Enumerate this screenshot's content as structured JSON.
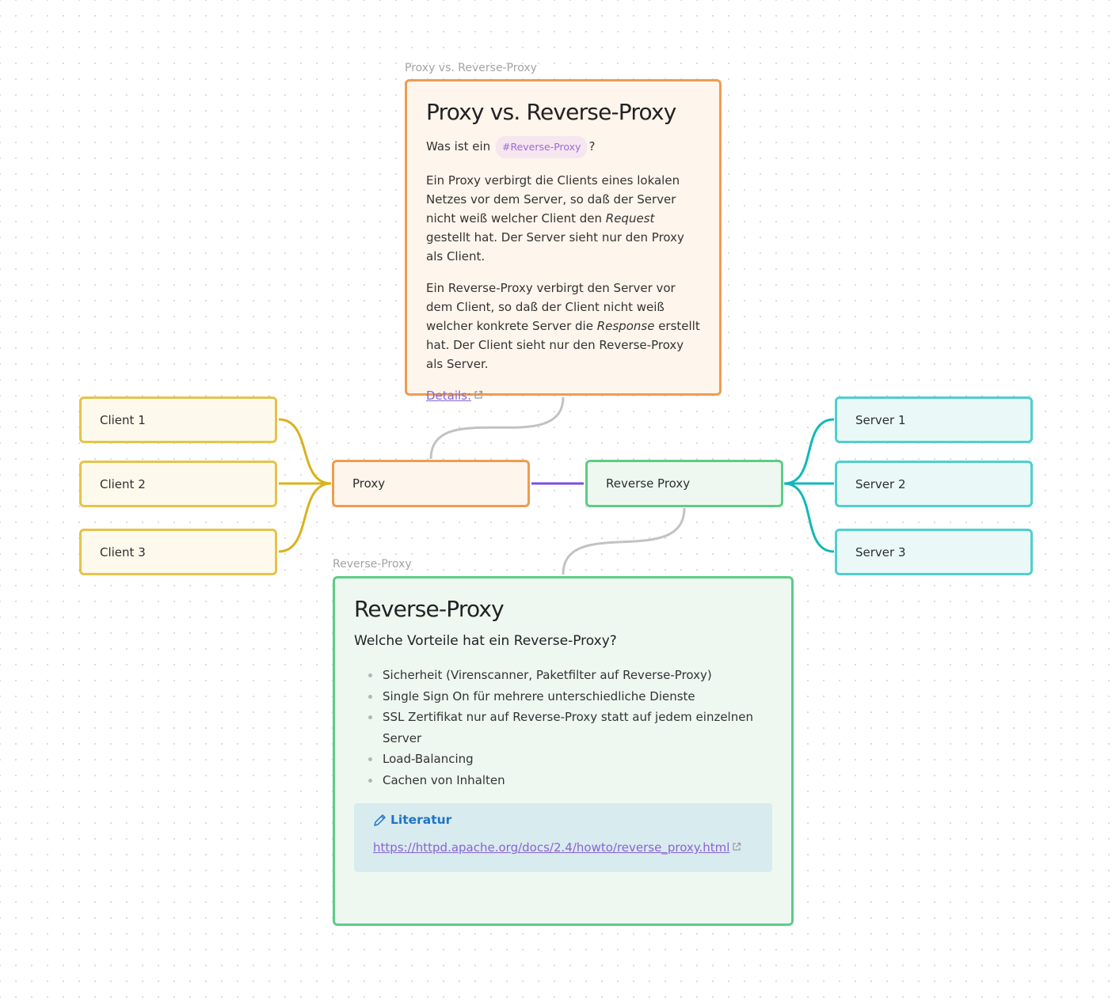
{
  "colors": {
    "yellow": "#e6c34a",
    "orange": "#ec9d50",
    "green": "#5ccd86",
    "cyan": "#50cfcf",
    "purple": "#7b4fe0",
    "gray": "#c2c2c2"
  },
  "groups": {
    "top": "Proxy vs. Reverse-Proxy",
    "bottom": "Reverse-Proxy"
  },
  "nodes": {
    "client1": "Client 1",
    "client2": "Client 2",
    "client3": "Client 3",
    "proxy": "Proxy",
    "reverse_proxy": "Reverse Proxy",
    "server1": "Server 1",
    "server2": "Server 2",
    "server3": "Server 3"
  },
  "card_top": {
    "title": "Proxy vs. Reverse-Proxy",
    "question_prefix": "Was ist ein",
    "tag": "#Reverse-Proxy",
    "question_suffix": "?",
    "p1_a": "Ein Proxy verbirgt die Clients eines lokalen Netzes vor dem Server, so daß der Server nicht weiß welcher Client den ",
    "p1_em": "Request",
    "p1_b": " gestellt hat. Der Server sieht nur den Proxy als Client.",
    "p2_a": "Ein Reverse-Proxy verbirgt den Server vor dem Client, so daß der Client nicht weiß welcher konkrete Server die ",
    "p2_em": "Response",
    "p2_b": " erstellt hat. Der Client sieht nur den Reverse-Proxy als Server.",
    "details_link": "Details:",
    "link_icon": "external-link-icon"
  },
  "card_bottom": {
    "title": "Reverse-Proxy",
    "subtitle": "Welche Vorteile hat ein Reverse-Proxy?",
    "items": [
      "Sicherheit (Virenscanner, Paketfilter auf Reverse-Proxy)",
      "Single Sign On für mehrere unterschiedliche Dienste",
      "SSL Zertifikat nur auf Reverse-Proxy statt auf jedem einzelnen Server",
      "Load-Balancing",
      "Cachen von Inhalten"
    ],
    "callout_icon": "pencil-icon",
    "callout_title": "Literatur",
    "callout_link": "https://httpd.apache.org/docs/2.4/howto/reverse_proxy.html"
  }
}
